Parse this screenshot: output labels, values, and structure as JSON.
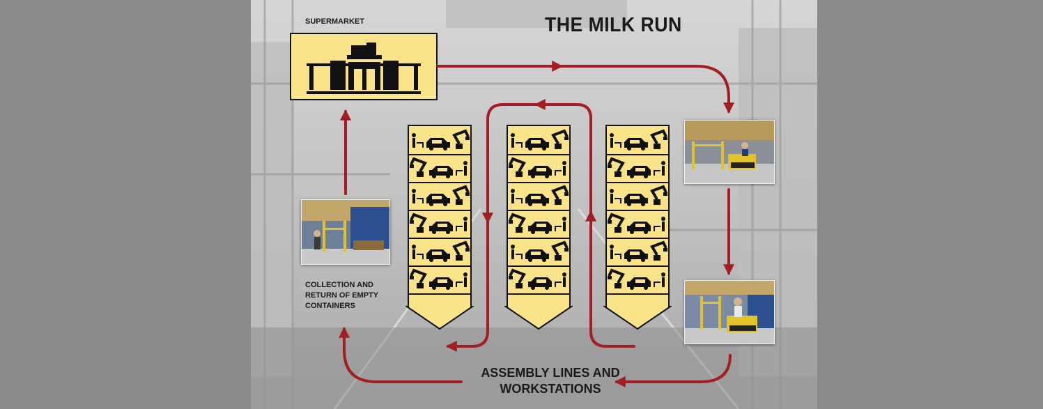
{
  "title": "THE MILK RUN",
  "supermarket_label": "SUPERMARKET",
  "collection_label": "COLLECTION AND RETURN OF EMPTY CONTAINERS",
  "assembly_label_line1": "ASSEMBLY LINES AND",
  "assembly_label_line2": "WORKSTATIONS",
  "colors": {
    "arrow": "#a31e22",
    "panel": "#fbe38a",
    "outline": "#111111"
  },
  "lanes": [
    {
      "stations": 6
    },
    {
      "stations": 6
    },
    {
      "stations": 6
    }
  ]
}
